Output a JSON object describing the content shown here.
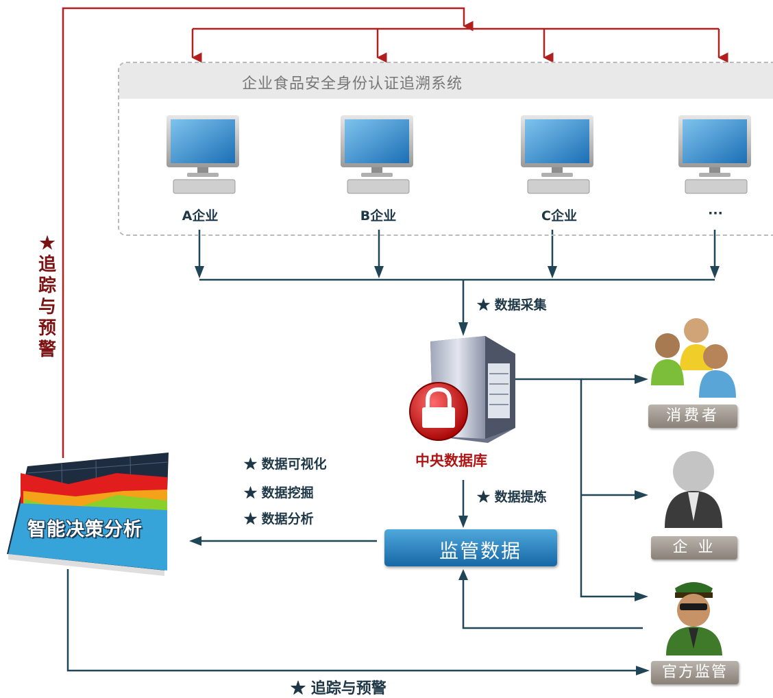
{
  "system": {
    "title": "企业食品安全身份认证追溯系统",
    "companies": [
      {
        "label": "A企业"
      },
      {
        "label": "B企业"
      },
      {
        "label": "C企业"
      },
      {
        "label": "···"
      }
    ]
  },
  "flow": {
    "data_collection": "数据采集",
    "central_db": "中央数据库",
    "data_refine": "数据提炼",
    "supervision_data": "监管数据",
    "analysis_steps": [
      "数据可视化",
      "数据挖掘",
      "数据分析"
    ],
    "decision_analysis": "智能决策分析",
    "trace_warning_vertical": "追踪与预警",
    "trace_warning_bottom": "追踪与预警",
    "star": "★"
  },
  "roles": {
    "consumer": "消费者",
    "enterprise": "企  业",
    "official": "官方监管"
  },
  "colors": {
    "red_line": "#b21f1f",
    "dark_line": "#1f4556",
    "supervision_blue": "#1e74b6",
    "label_dark": "#1d3747",
    "label_red": "#b01515"
  }
}
